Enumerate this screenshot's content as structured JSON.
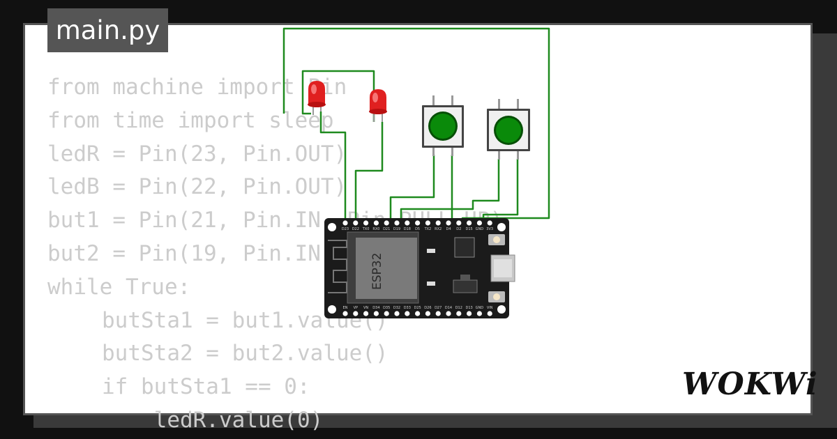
{
  "file_tab": {
    "label": "main.py"
  },
  "code_lines": [
    {
      "text": "from machine import Pin",
      "indent": false
    },
    {
      "text": "from time import sleep",
      "indent": false
    },
    {
      "text": "ledR = Pin(23, Pin.OUT)",
      "indent": false
    },
    {
      "text": "ledB = Pin(22, Pin.OUT)",
      "indent": false
    },
    {
      "text": "but1 = Pin(21, Pin.IN, Pin.PULL_UP)",
      "indent": false
    },
    {
      "text": "but2 = Pin(19, Pin.IN, Pin.PULL_UP)",
      "indent": false
    },
    {
      "text": "while True:",
      "indent": false
    },
    {
      "text": "butSta1 = but1.value()",
      "indent": true
    },
    {
      "text": "butSta2 = but2.value()",
      "indent": true
    },
    {
      "text": "if butSta1 == 0:",
      "indent": true
    },
    {
      "text": "    ledR.value(0)",
      "indent": true
    }
  ],
  "board": {
    "chip_label": "ESP32",
    "top_pins": [
      "D23",
      "D22",
      "TX0",
      "RX0",
      "D21",
      "D19",
      "D18",
      "D5",
      "TX2",
      "RX2",
      "D4",
      "D2",
      "D15",
      "GND",
      "3V3"
    ],
    "bottom_pins": [
      "EN",
      "VP",
      "VN",
      "D34",
      "D35",
      "D32",
      "D33",
      "D25",
      "D26",
      "D27",
      "D14",
      "D12",
      "D13",
      "GND",
      "VIN"
    ]
  },
  "logo": {
    "text": "WOKWi"
  },
  "colors": {
    "wire": "#1e8a1e",
    "led_red": "#e02020",
    "button_green": "#0a8a0a",
    "board": "#1b1b1b",
    "code_text": "#cccccc"
  }
}
